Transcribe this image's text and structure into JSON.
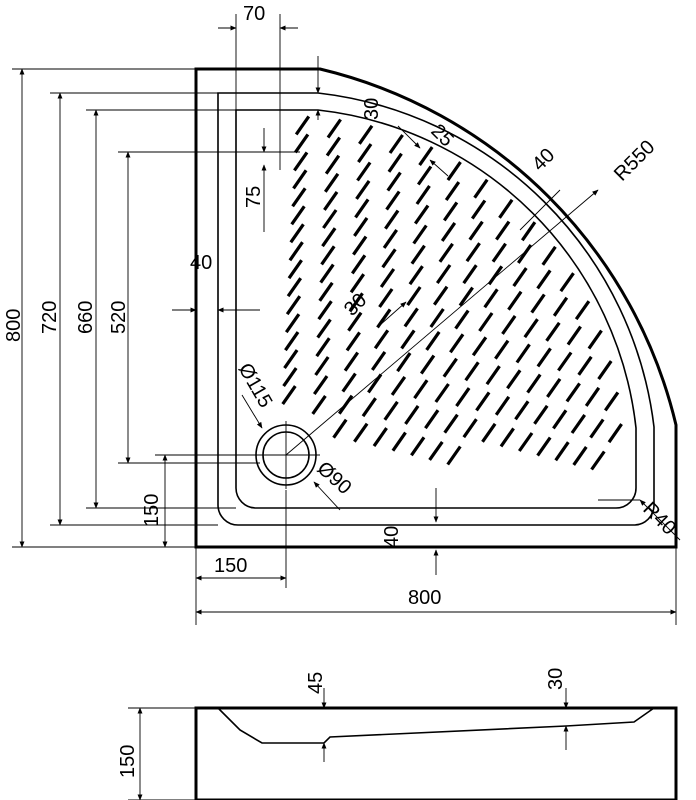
{
  "plan": {
    "dim_width": "800",
    "dim_height": "800",
    "dim_720": "720",
    "dim_660": "660",
    "dim_520": "520",
    "dim_drain_offset_y": "150",
    "dim_drain_offset_x": "150",
    "dim_top_70": "70",
    "dim_rim_30": "30",
    "dim_25": "25",
    "dim_rim_40_arc": "40",
    "dim_radius": "R550",
    "dim_75": "75",
    "dim_left_40": "40",
    "dim_center_30": "30",
    "dim_drain_115": "Ø115",
    "dim_drain_90": "Ø90",
    "dim_bottom_40": "40",
    "dim_corner_radius": "R40"
  },
  "section": {
    "dim_height": "150",
    "dim_45": "45",
    "dim_30": "30"
  }
}
